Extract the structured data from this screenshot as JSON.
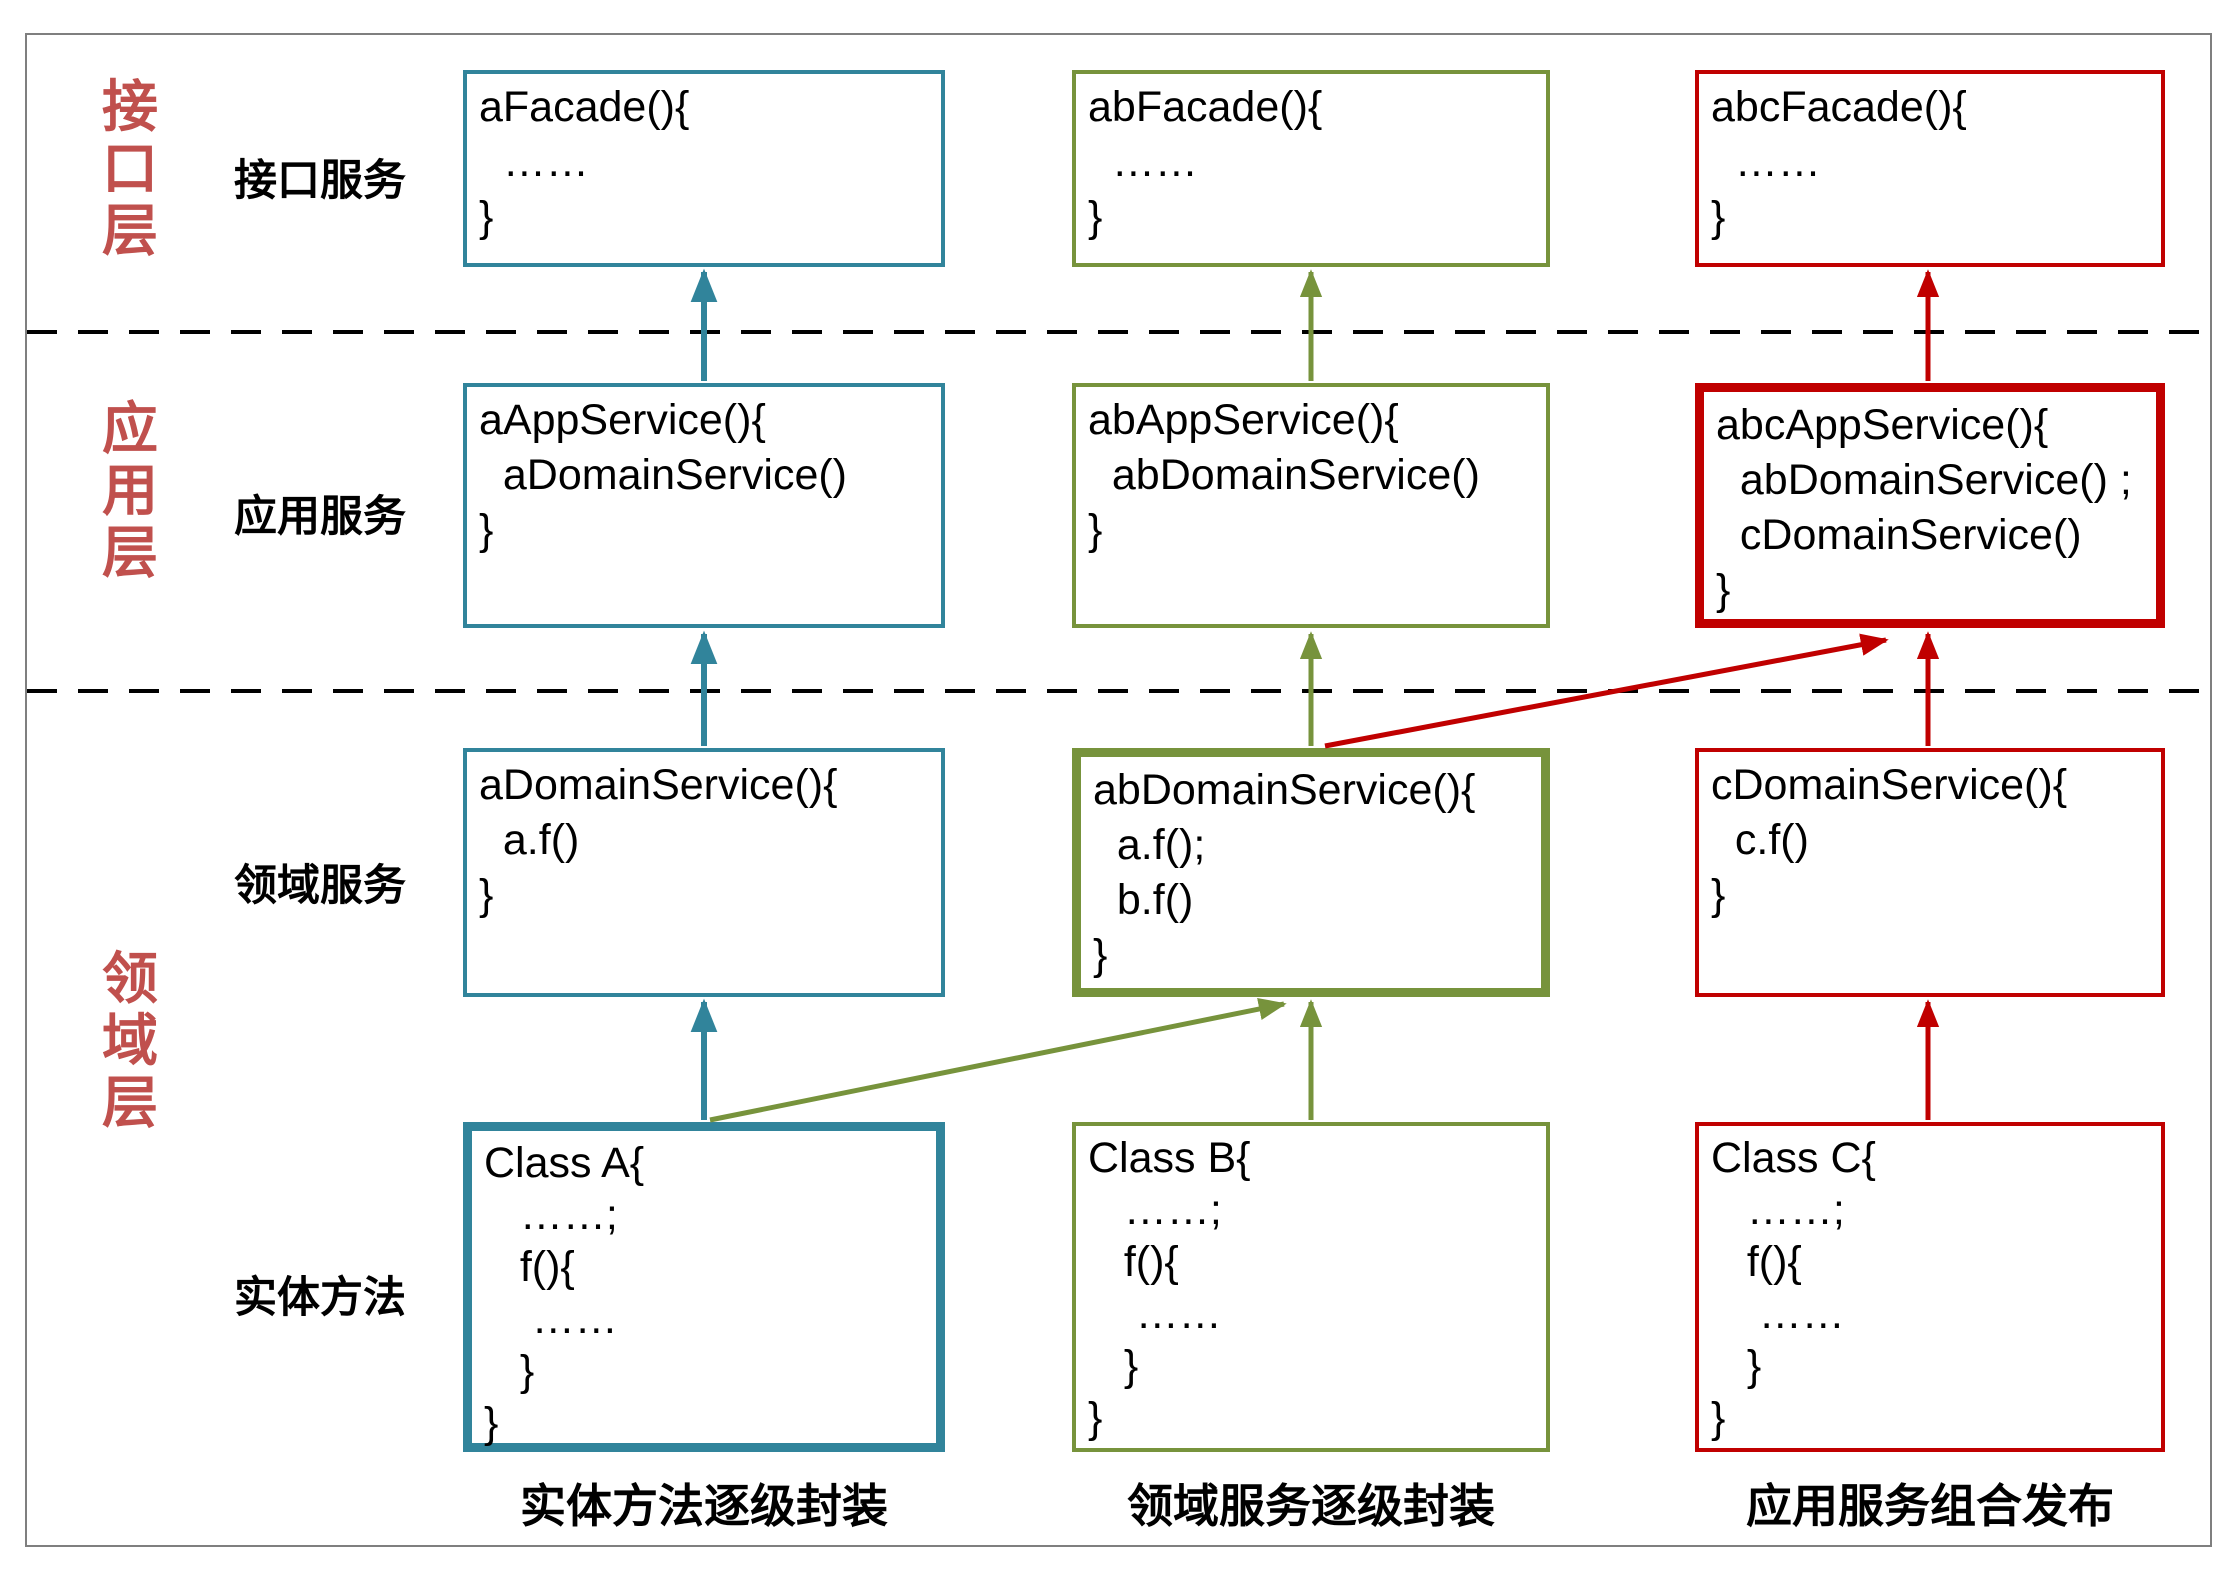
{
  "layer_labels": {
    "interface": "接口层",
    "application": "应用层",
    "domain": "领域层"
  },
  "row_labels": {
    "interface_service": "接口服务",
    "app_service": "应用服务",
    "domain_service": "领域服务",
    "entity_method": "实体方法"
  },
  "boxes": {
    "a_facade": "aFacade(){\n  ……\n}",
    "ab_facade": "abFacade(){\n  ……\n}",
    "abc_facade": "abcFacade(){\n  ……\n}",
    "a_app_service": "aAppService(){\n  aDomainService()\n}",
    "ab_app_service": "abAppService(){\n  abDomainService()\n}",
    "abc_app_service": "abcAppService(){\n  abDomainService() ;\n  cDomainService()\n}",
    "a_domain_service": "aDomainService(){\n  a.f()\n}",
    "ab_domain_service": "abDomainService(){\n  a.f();\n  b.f()\n}",
    "c_domain_service": "cDomainService(){\n  c.f()\n}",
    "class_a": "Class A{\n   ……;\n   f(){\n    ……\n   }\n}",
    "class_b": "Class B{\n   ……;\n   f(){\n    ……\n   }\n}",
    "class_c": "Class C{\n   ……;\n   f(){\n    ……\n   }\n}"
  },
  "captions": {
    "column_a": "实体方法逐级封装",
    "column_b": "领域服务逐级封装",
    "column_c": "应用服务组合发布"
  },
  "colors": {
    "teal": "#31849B",
    "green": "#77933C",
    "red": "#C00000",
    "layer_label_red": "#C0504D",
    "frame_gray": "#7F7F7F",
    "dashed_line_black": "#000000"
  }
}
